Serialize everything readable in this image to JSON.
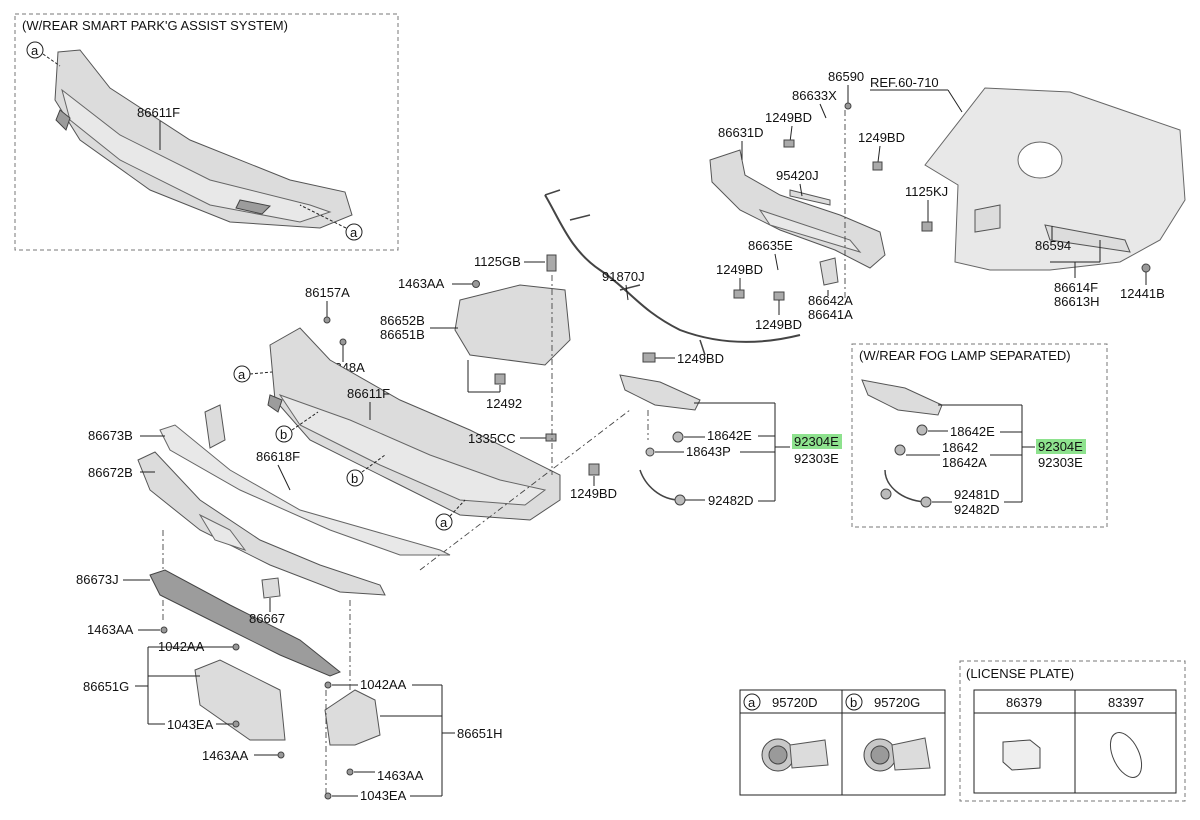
{
  "boxes": {
    "park_assist_title": "(W/REAR SMART PARK'G ASSIST SYSTEM)",
    "fog_lamp_title": "(W/REAR FOG LAMP SEPARATED)",
    "license_title": "(LICENSE PLATE)"
  },
  "callouts": {
    "a": "a",
    "b": "b"
  },
  "labels": {
    "p86611F_inset": "86611F",
    "p86590": "86590",
    "ref": "REF.60-710",
    "p86633X": "86633X",
    "p1249BD_1": "1249BD",
    "p86631D": "86631D",
    "p1249BD_2": "1249BD",
    "p95420J": "95420J",
    "p1125KJ": "1125KJ",
    "p86635E": "86635E",
    "p86594": "86594",
    "p1249BD_3": "1249BD",
    "p86642A": "86642A",
    "p86641A": "86641A",
    "p1249BD_4": "1249BD",
    "p86614F": "86614F",
    "p86613H": "86613H",
    "p12441B": "12441B",
    "p1125GB": "1125GB",
    "p91870J": "91870J",
    "p1463AA_1": "1463AA",
    "p86157A": "86157A",
    "p86652B": "86652B",
    "p86651B": "86651B",
    "p86848A": "86848A",
    "p1249BD_5": "1249BD",
    "p86611F": "86611F",
    "p12492": "12492",
    "p86673B": "86673B",
    "p1335CC": "1335CC",
    "p18642E": "18642E",
    "p92304E": "92304E",
    "p18643P": "18643P",
    "p92303E": "92303E",
    "p86618F": "86618F",
    "p86672B": "86672B",
    "p1249BD_6": "1249BD",
    "p92482D": "92482D",
    "p86673J": "86673J",
    "p86667": "86667",
    "p1463AA_2": "1463AA",
    "p1042AA_1": "1042AA",
    "p86651G": "86651G",
    "p1043EA_1": "1043EA",
    "p1463AA_3": "1463AA",
    "p1042AA_2": "1042AA",
    "p86651H": "86651H",
    "p1463AA_4": "1463AA",
    "p1043EA_2": "1043EA",
    "fog_18642E": "18642E",
    "fog_18642": "18642",
    "fog_18642A": "18642A",
    "fog_92304E": "92304E",
    "fog_92303E": "92303E",
    "fog_92481D": "92481D",
    "fog_92482D": "92482D"
  },
  "sensor_table": {
    "col_a_letter": "a",
    "col_a_part": "95720D",
    "col_b_letter": "b",
    "col_b_part": "95720G"
  },
  "license_table": {
    "col1": "86379",
    "col2": "83397"
  },
  "colors": {
    "highlight": "#8ee28e",
    "line": "#222222",
    "part_fill": "#dcdcdc"
  }
}
